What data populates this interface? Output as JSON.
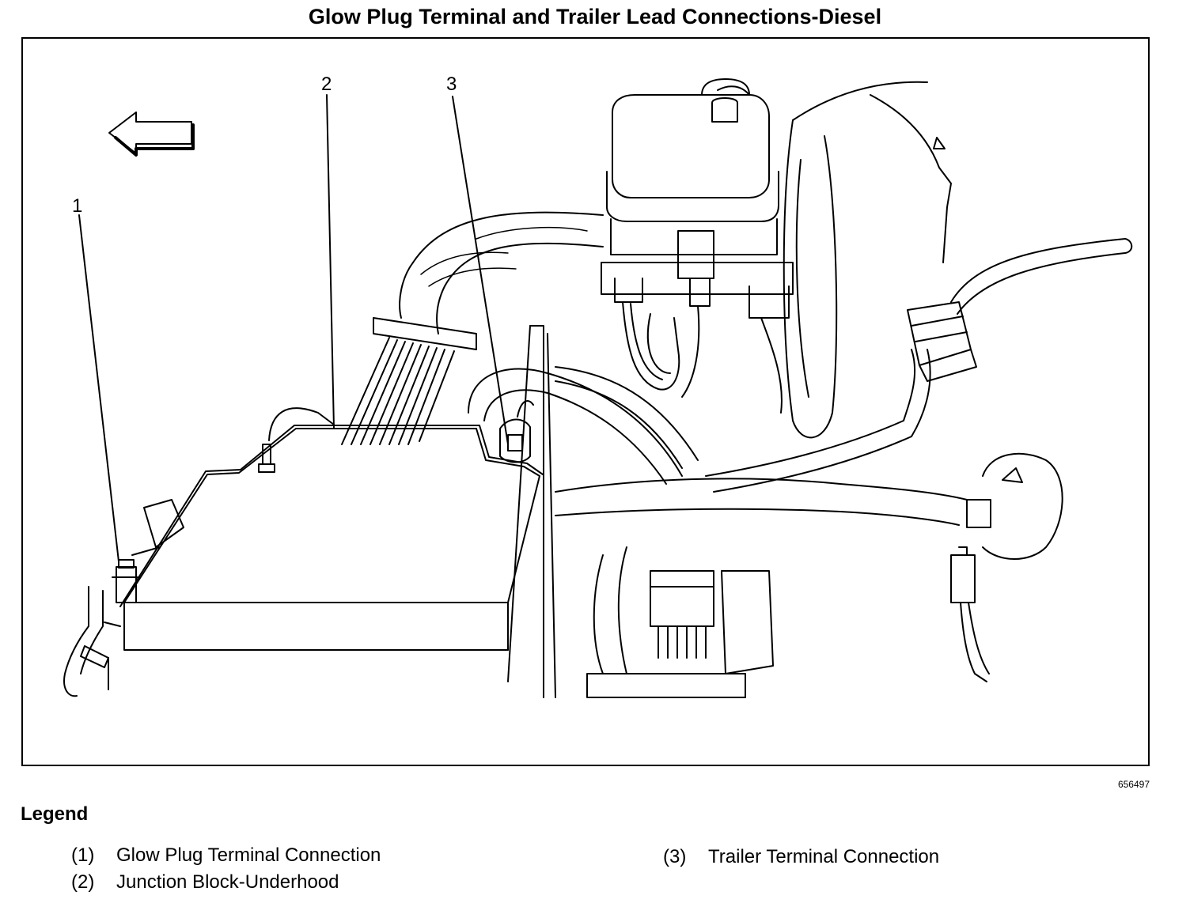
{
  "title": "Glow Plug Terminal and Trailer Lead Connections-Diesel",
  "figure": {
    "id": "656497",
    "callouts": [
      "1",
      "2",
      "3"
    ]
  },
  "legend": {
    "heading": "Legend",
    "items": [
      {
        "num": "(1)",
        "label": "Glow Plug Terminal Connection"
      },
      {
        "num": "(2)",
        "label": "Junction Block-Underhood"
      },
      {
        "num": "(3)",
        "label": "Trailer Terminal Connection"
      }
    ]
  },
  "icons": [
    "front-direction-arrow-icon",
    "reservoir-arrow-icon",
    "round-cap-arrow-icon"
  ]
}
